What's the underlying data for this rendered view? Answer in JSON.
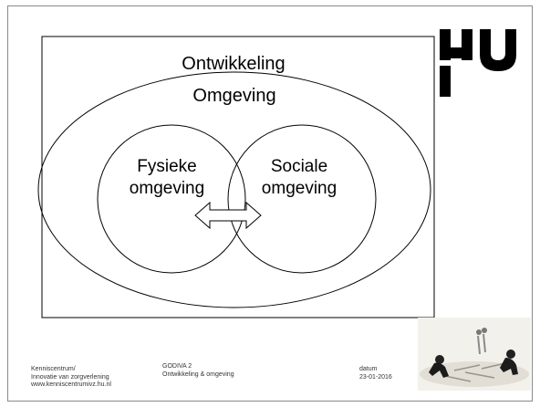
{
  "diagram": {
    "outer_label": "Ontwikkeling",
    "ellipse_label": "Omgeving",
    "left_circle_label_line1": "Fysieke",
    "left_circle_label_line2": "omgeving",
    "right_circle_label_line1": "Sociale",
    "right_circle_label_line2": "omgeving"
  },
  "footer": {
    "left": "Kenniscentrum/\nInnovatie van zorgverlening\nwww.kenniscentrumivz.hu.nl",
    "middle": "GODIVA 2\nOntwikkeling & omgeving",
    "right": "datum\n23-01-2016"
  },
  "colors": {
    "logo": "#000000",
    "stroke": "#000000"
  },
  "icons": {
    "logo": "hu-logo-icon",
    "arrow": "double-arrow-icon",
    "photo": "children-playing-photo"
  }
}
